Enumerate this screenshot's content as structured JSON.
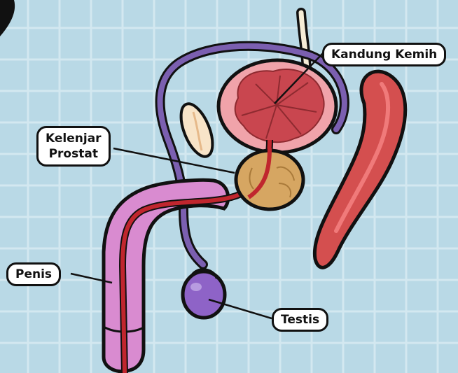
{
  "diagram": {
    "labels": {
      "bladder": "Kandung Kemih",
      "prostate_line1": "Kelenjar",
      "prostate_line2": "Prostat",
      "penis": "Penis",
      "testis": "Testis"
    },
    "colors": {
      "background": "#b9d9e6",
      "grid": "#d3e8f0",
      "outline": "#111111",
      "vas_deferens": "#7b5fb0",
      "bladder_outer": "#f0a3aa",
      "bladder_inner": "#c9464f",
      "prostate": "#d6a662",
      "penis": "#d98bd0",
      "urethra": "#c0262e",
      "testis": "#8e63c7",
      "rectum": "#d44f4f",
      "seminal_vesicle": "#f8e4c8",
      "ureter": "#f5ecd6"
    }
  }
}
